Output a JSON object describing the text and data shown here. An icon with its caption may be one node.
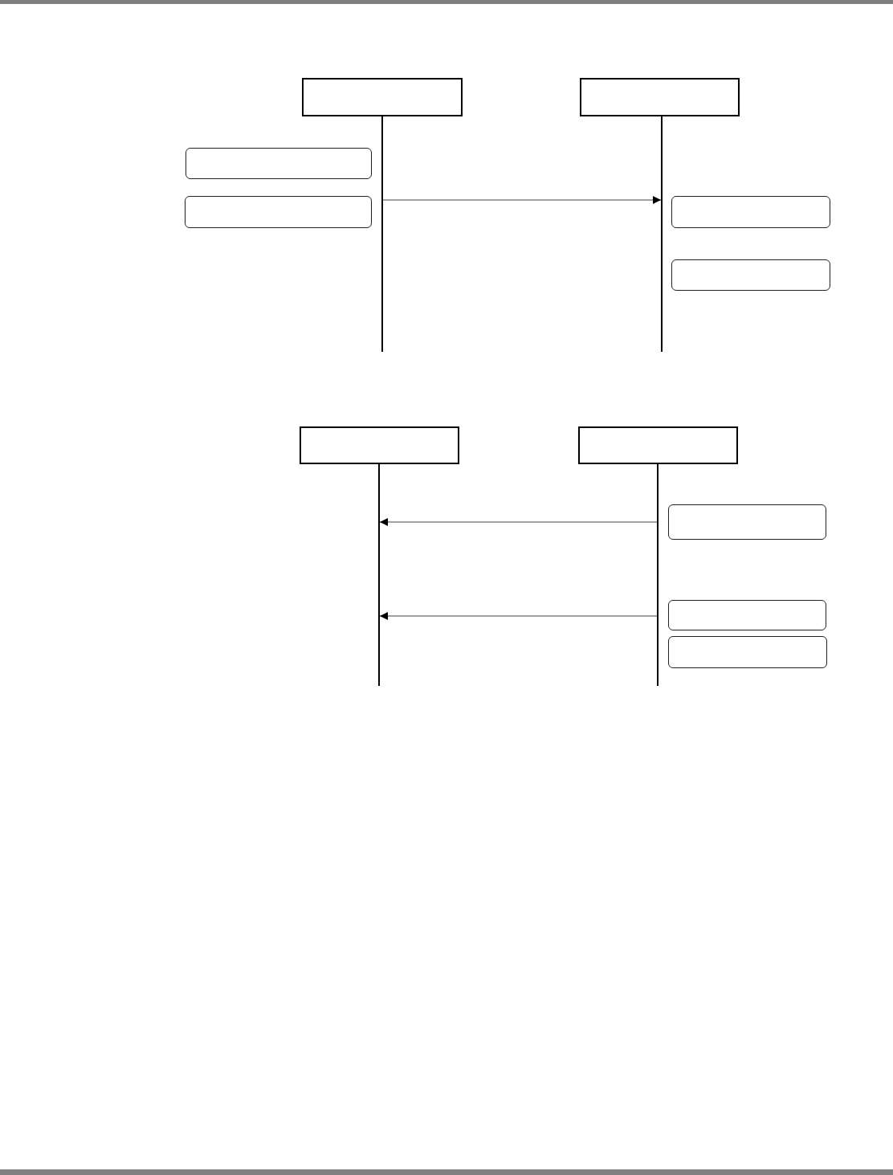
{
  "diagram": {
    "nodes": [
      {
        "text": [],
        "shape": "box"
      },
      {
        "text": [],
        "shape": "box"
      },
      {
        "text": [],
        "shape": "bar"
      },
      {
        "text": [],
        "shape": "bar"
      },
      {
        "text": [],
        "shape": "box"
      },
      {
        "text": [],
        "shape": "box"
      },
      {
        "text": [],
        "shape": "box"
      },
      {
        "text": [],
        "shape": "box"
      },
      {
        "text": [],
        "shape": "box"
      },
      {
        "text": [],
        "shape": "box"
      },
      {
        "text": [],
        "shape": "bar"
      },
      {
        "text": [],
        "shape": "bar"
      },
      {
        "text": [],
        "shape": "box"
      },
      {
        "text": [],
        "shape": "box"
      },
      {
        "text": [],
        "shape": "box"
      }
    ],
    "edges": [
      {
        "from": 2,
        "to": 3,
        "arrow": "to"
      },
      {
        "from": 11,
        "to": 10,
        "arrow": "to"
      },
      {
        "from": 11,
        "to": 10,
        "arrow": "to"
      }
    ]
  }
}
